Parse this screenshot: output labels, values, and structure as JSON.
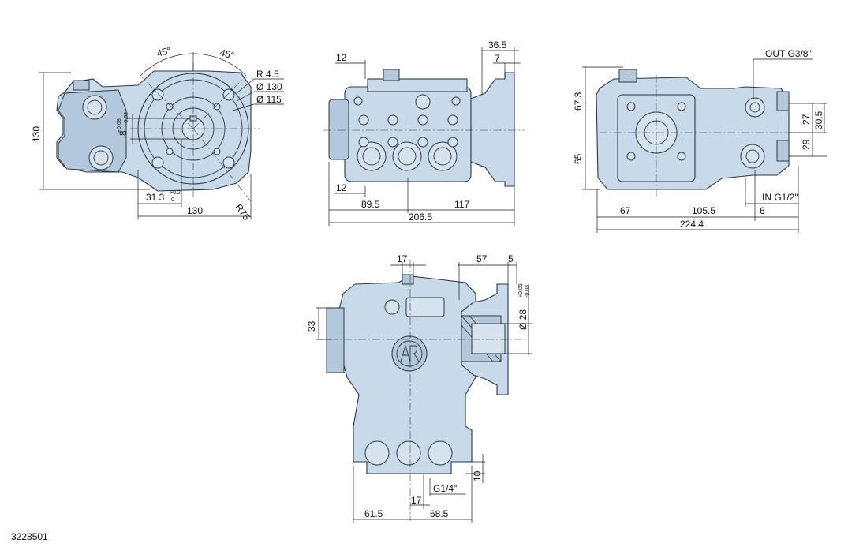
{
  "front_view": {
    "angle_left": "45°",
    "angle_right": "45°",
    "radius_small": "R 4.5",
    "dia_outer": "Ø 130",
    "dia_inner": "Ø 115",
    "height": "130",
    "shaft_key": "8",
    "shaft_key_tol_upper": "+0.08",
    "shaft_key_tol_lower": "-0.03",
    "shaft_offset": "31.3",
    "shaft_offset_tol_upper": "+0.2",
    "shaft_offset_tol_lower": "0",
    "width": "130",
    "radius_large": "R75"
  },
  "side_view": {
    "top_left": "12",
    "flange_width": "36.5",
    "flange_offset": "7",
    "bottom_left": "12",
    "dim_a": "89.5",
    "dim_b": "117",
    "overall": "206.5"
  },
  "right_view": {
    "out_port": "OUT G3/8\"",
    "upper_height": "67.3",
    "lower_height": "65",
    "port_27": "27",
    "port_30_5": "30.5",
    "port_29": "29",
    "in_port": "IN G1/2\"",
    "dim_67": "67",
    "dim_105_5": "105.5",
    "dim_6": "6",
    "overall": "224.4"
  },
  "top_view": {
    "top_17": "17",
    "dim_57": "57",
    "dim_5": "5",
    "shaft_dia": "Ø 28",
    "shaft_tol_upper": "+0.05",
    "shaft_tol_lower": "-0.03",
    "dim_33": "33",
    "dim_10": "10",
    "port_g14": "G1/4\"",
    "bottom_17": "17",
    "dim_61_5": "61.5",
    "dim_68_5": "68.5"
  },
  "reference_number": "3228501",
  "colors": {
    "body": "#c8d9ea",
    "outline": "#2b3945",
    "dimension": "#1a1a1a"
  }
}
